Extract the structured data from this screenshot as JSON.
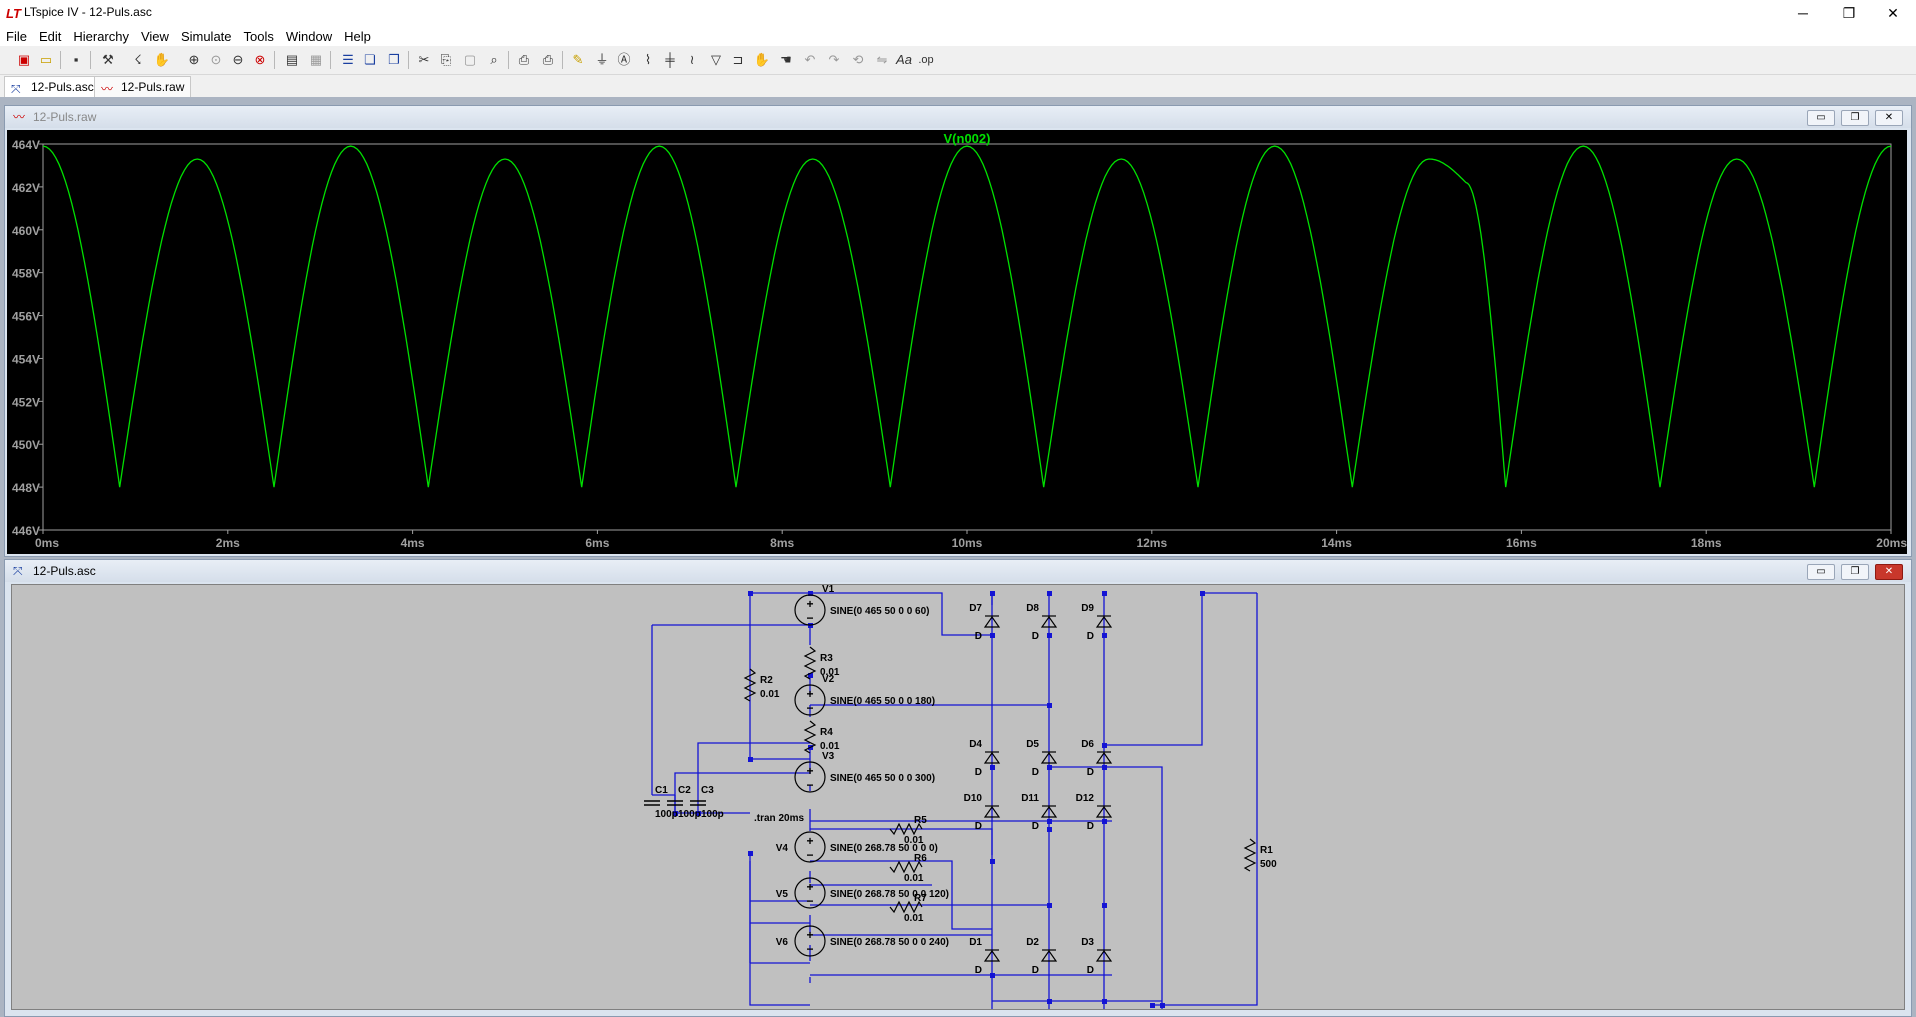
{
  "window": {
    "title": "LTspice IV - 12-Puls.asc",
    "minimize": "─",
    "maximize": "❐",
    "close": "✕"
  },
  "menu": [
    "File",
    "Edit",
    "Hierarchy",
    "View",
    "Simulate",
    "Tools",
    "Window",
    "Help"
  ],
  "tabs": [
    {
      "label": "12-Puls.asc",
      "icon": "schematic-icon"
    },
    {
      "label": "12-Puls.raw",
      "icon": "waveform-icon"
    }
  ],
  "plot_window": {
    "title": "12-Puls.raw",
    "trace_label": "V(n002)",
    "trace_color": "#00e000"
  },
  "schematic_window": {
    "title": "12-Puls.asc"
  },
  "chart_data": {
    "type": "line",
    "title": "V(n002)",
    "xlabel": "",
    "ylabel": "",
    "xlim": [
      0,
      20
    ],
    "ylim": [
      446,
      464
    ],
    "x_ticks": [
      "0ms",
      "2ms",
      "4ms",
      "6ms",
      "8ms",
      "10ms",
      "12ms",
      "14ms",
      "16ms",
      "18ms",
      "20ms"
    ],
    "y_ticks": [
      "464V",
      "462V",
      "460V",
      "458V",
      "456V",
      "454V",
      "452V",
      "450V",
      "448V",
      "446V"
    ],
    "series": [
      {
        "name": "V(n002)",
        "x": [
          0,
          0.83,
          1.67,
          2.5,
          3.33,
          4.17,
          5.0,
          5.83,
          6.67,
          7.5,
          8.33,
          9.17,
          10.0,
          10.83,
          11.67,
          12.5,
          13.33,
          14.17,
          15.0,
          15.4,
          15.83,
          16.67,
          17.5,
          18.33,
          19.17,
          20.0
        ],
        "y": [
          463.9,
          448.0,
          463.3,
          448.0,
          463.9,
          448.0,
          463.3,
          448.0,
          463.9,
          448.0,
          463.3,
          448.0,
          463.9,
          448.0,
          463.3,
          448.0,
          463.9,
          448.0,
          463.3,
          462.2,
          448.0,
          463.9,
          448.0,
          463.3,
          448.0,
          463.9
        ]
      }
    ]
  },
  "schematic": {
    "sources": [
      {
        "name": "V1",
        "value": "SINE(0 465 50 0 0 60)"
      },
      {
        "name": "V2",
        "value": "SINE(0 465 50 0 0 180)"
      },
      {
        "name": "V3",
        "value": "SINE(0 465 50 0 0 300)"
      },
      {
        "name": "V4",
        "value": "SINE(0 268.78 50 0 0 0)"
      },
      {
        "name": "V5",
        "value": "SINE(0 268.78 50 0 0 120)"
      },
      {
        "name": "V6",
        "value": "SINE(0 268.78 50 0 0 240)"
      }
    ],
    "resistors": [
      {
        "name": "R1",
        "value": "500"
      },
      {
        "name": "R2",
        "value": "0.01"
      },
      {
        "name": "R3",
        "value": "0.01"
      },
      {
        "name": "R4",
        "value": "0.01"
      },
      {
        "name": "R5",
        "value": "0.01"
      },
      {
        "name": "R6",
        "value": "0.01"
      },
      {
        "name": "R7",
        "value": "0.01"
      }
    ],
    "capacitors": [
      {
        "name": "C1",
        "value": "100p"
      },
      {
        "name": "C2",
        "value": "100p"
      },
      {
        "name": "C3",
        "value": "100p"
      }
    ],
    "diodes": [
      "D1",
      "D2",
      "D3",
      "D4",
      "D5",
      "D6",
      "D7",
      "D8",
      "D9",
      "D10",
      "D11",
      "D12"
    ],
    "diode_model": "D",
    "directive": ".tran 20ms"
  }
}
